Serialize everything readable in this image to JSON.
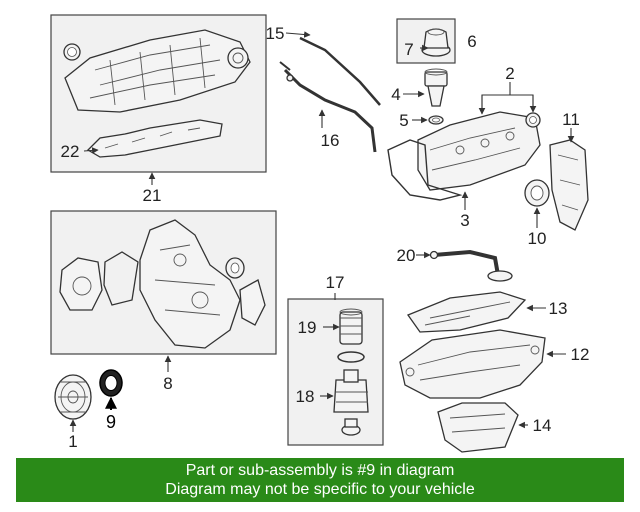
{
  "diagram": {
    "highlight_color": "#000000",
    "banner_color": "#2a8a18",
    "callouts": [
      {
        "id": "c1",
        "label": "1"
      },
      {
        "id": "c2",
        "label": "2"
      },
      {
        "id": "c3",
        "label": "3"
      },
      {
        "id": "c4",
        "label": "4"
      },
      {
        "id": "c5",
        "label": "5"
      },
      {
        "id": "c6",
        "label": "6"
      },
      {
        "id": "c7",
        "label": "7"
      },
      {
        "id": "c8",
        "label": "8"
      },
      {
        "id": "c9",
        "label": "9"
      },
      {
        "id": "c10",
        "label": "10"
      },
      {
        "id": "c11",
        "label": "11"
      },
      {
        "id": "c12",
        "label": "12"
      },
      {
        "id": "c13",
        "label": "13"
      },
      {
        "id": "c14",
        "label": "14"
      },
      {
        "id": "c15",
        "label": "15"
      },
      {
        "id": "c16",
        "label": "16"
      },
      {
        "id": "c17",
        "label": "17"
      },
      {
        "id": "c18",
        "label": "18"
      },
      {
        "id": "c19",
        "label": "19"
      },
      {
        "id": "c20",
        "label": "20"
      },
      {
        "id": "c21",
        "label": "21"
      },
      {
        "id": "c22",
        "label": "22"
      }
    ]
  },
  "banner": {
    "line1": "Part or sub-assembly is #9 in diagram",
    "line2": "Diagram may not be specific to your vehicle"
  }
}
